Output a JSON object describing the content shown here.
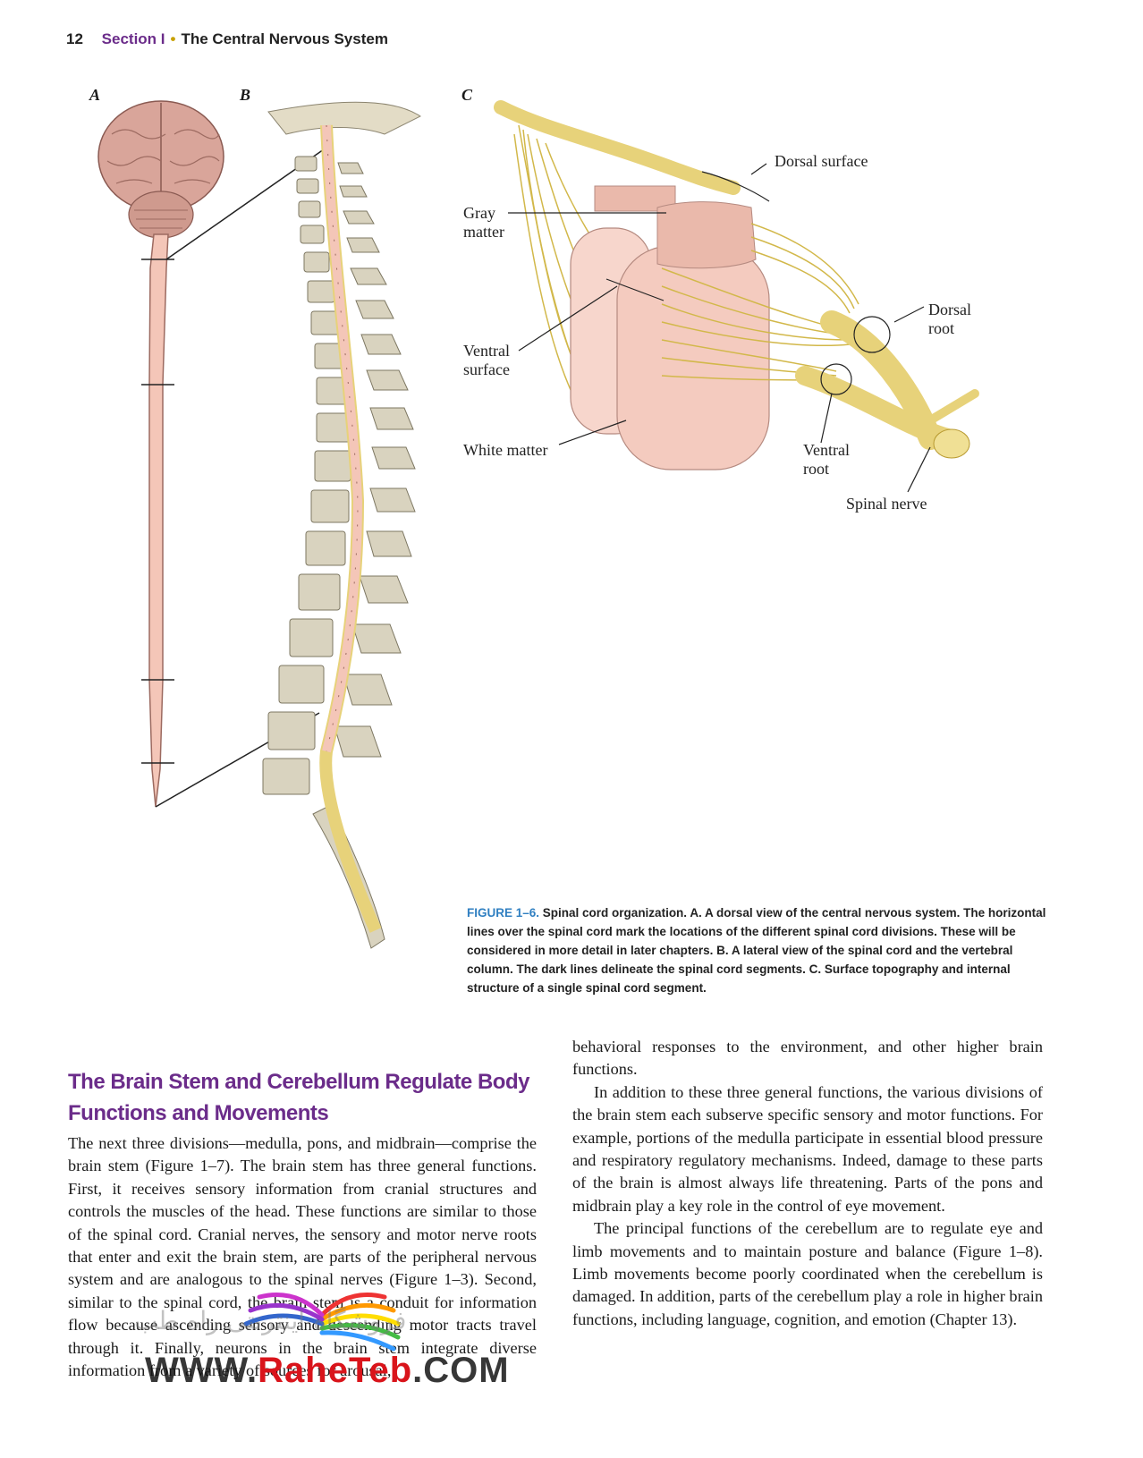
{
  "header": {
    "page_number": "12",
    "section": "Section I",
    "separator": "•",
    "chapter": "The Central Nervous System"
  },
  "figure": {
    "panel_labels": [
      "A",
      "B",
      "C"
    ],
    "labels": {
      "dorsal_surface": "Dorsal surface",
      "gray_matter": "Gray\nmatter",
      "ventral_surface": "Ventral\nsurface",
      "white_matter": "White matter",
      "dorsal_root": "Dorsal\nroot",
      "ventral_root": "Ventral\nroot",
      "spinal_nerve": "Spinal nerve"
    },
    "caption": {
      "number": "FIGURE 1–6.",
      "title": "Spinal cord organization.",
      "text": "A. A dorsal view of the central nervous system. The horizontal lines over the spinal cord mark the locations of the different spinal cord divisions. These will be considered in more detail in later chapters. B. A lateral view of the spinal cord and the vertebral column. The dark lines delineate the spinal cord segments. C. Surface topography and internal structure of a single spinal cord segment."
    },
    "colors": {
      "cord": "#f4c6b8",
      "nerve": "#e7d27a",
      "bone": "#d9d3bf",
      "brain": "#d9a59a"
    }
  },
  "section": {
    "heading": "The Brain Stem and Cerebellum Regulate Body Functions and Movements"
  },
  "body": {
    "left_paragraph": "The next three divisions—medulla, pons, and midbrain—comprise the brain stem (Figure 1–7). The brain stem has three general functions. First, it receives sensory information from cranial structures and controls the muscles of the head. These functions are similar to those of the spinal cord. Cranial nerves, the sensory and motor nerve roots that enter and exit the brain stem, are parts of the peripheral nervous system and are analogous to the spinal nerves (Figure 1–3). Second, similar to the spinal cord, the brain stem is a conduit for information flow because ascending sensory and descending motor tracts travel through it. Finally, neurons in the brain stem integrate diverse information from a variety of sources for arousal,",
    "right_p1": "behavioral responses to the environment, and other higher brain functions.",
    "right_p2": "In addition to these three general functions, the various divisions of the brain stem each subserve specific sensory and motor functions. For example, portions of the medulla participate in essential blood pressure and respiratory regulatory mechanisms. Indeed, damage to these parts of the brain is almost always life threatening. Parts of the pons and midbrain play a key role in the control of eye movement.",
    "right_p3": "The principal functions of the cerebellum are to regulate eye and limb movements and to maintain posture and balance (Figure 1–8). Limb movements become poorly coordinated when the cerebellum is damaged. In addition, parts of the cerebellum play a role in higher brain functions, including language, cognition, and emotion (Chapter 13)."
  },
  "watermark": {
    "site_prefix": "WWW.",
    "site_brand": "RaheTeb",
    "site_suffix": ".COM",
    "persian": "فروشگاه اینترنتی راه طب"
  }
}
